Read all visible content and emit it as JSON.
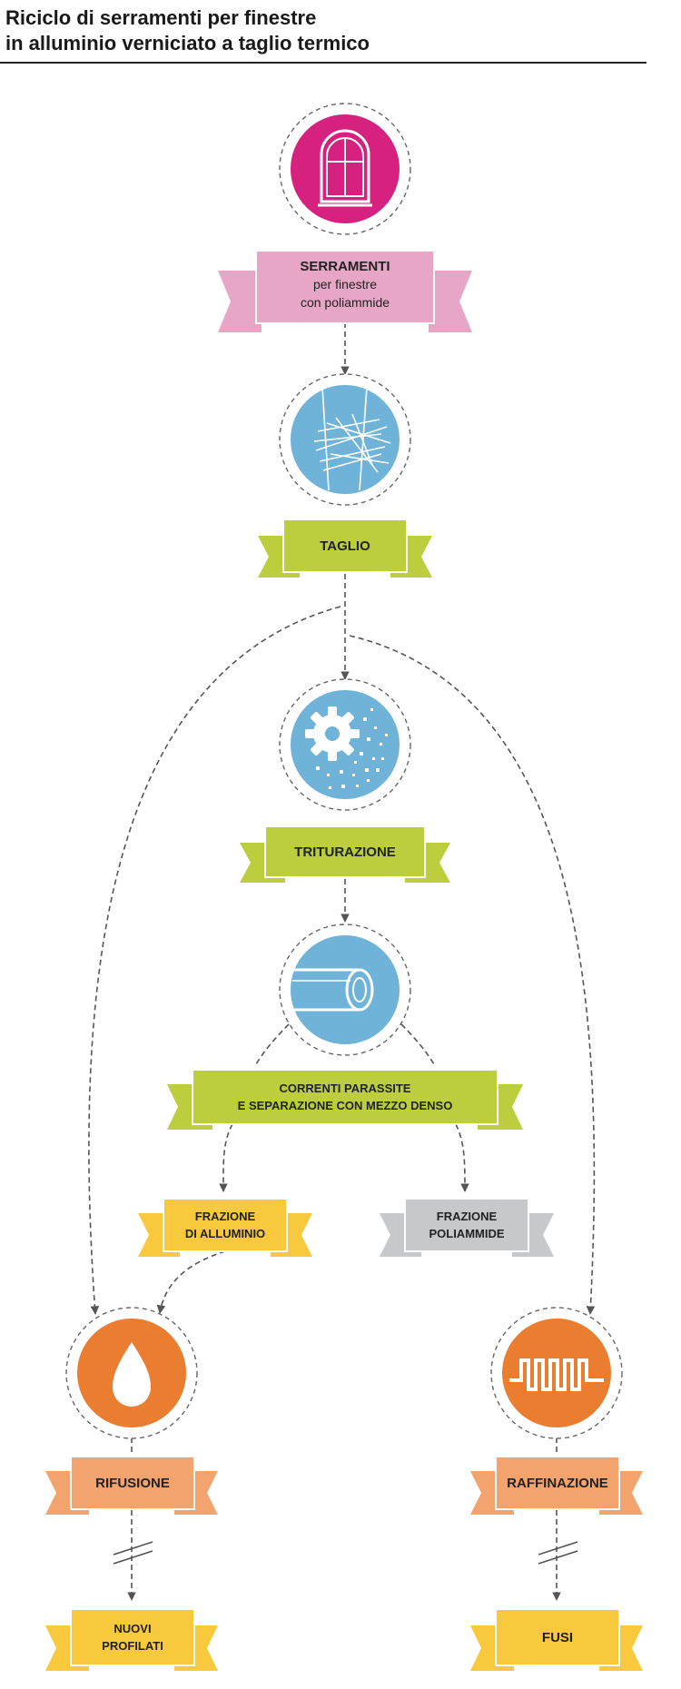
{
  "title": {
    "line1": "Riciclo di serramenti per finestre",
    "line2": "in alluminio verniciato a taglio termico"
  },
  "colors": {
    "pink_banner": "#E7A6C6",
    "pink_circle": "#D6217E",
    "blue_circle": "#6FB3D8",
    "green_banner": "#BCCD3D",
    "yellow_banner": "#F8C93C",
    "gray_banner": "#C7C8CA",
    "orange_banner": "#F2A36E",
    "orange_circle": "#EB7D31"
  },
  "nodes": {
    "serramenti": {
      "label": "SERRAMENTI",
      "sub1": "per finestre",
      "sub2": "con poliammide",
      "icon": "arched-window-icon"
    },
    "taglio": {
      "label": "TAGLIO",
      "icon": "cutting-lines-icon"
    },
    "triturazione": {
      "label": "TRITURAZIONE",
      "icon": "gear-shredding-icon"
    },
    "separazione": {
      "line1": "CORRENTI PARASSITE",
      "line2": "E SEPARAZIONE CON MEZZO DENSO",
      "icon": "pipe-icon"
    },
    "alluminio": {
      "line1": "FRAZIONE",
      "line2": "DI ALLUMINIO"
    },
    "poliammide": {
      "line1": "FRAZIONE",
      "line2": "POLIAMMIDE"
    },
    "rifusione": {
      "label": "RIFUSIONE",
      "icon": "molten-drop-icon"
    },
    "raffinazione": {
      "label": "RAFFINAZIONE",
      "icon": "heating-coil-icon"
    },
    "nuovi_profilati": {
      "line1": "NUOVI",
      "line2": "PROFILATI"
    },
    "fusi": {
      "label": "FUSI"
    }
  }
}
